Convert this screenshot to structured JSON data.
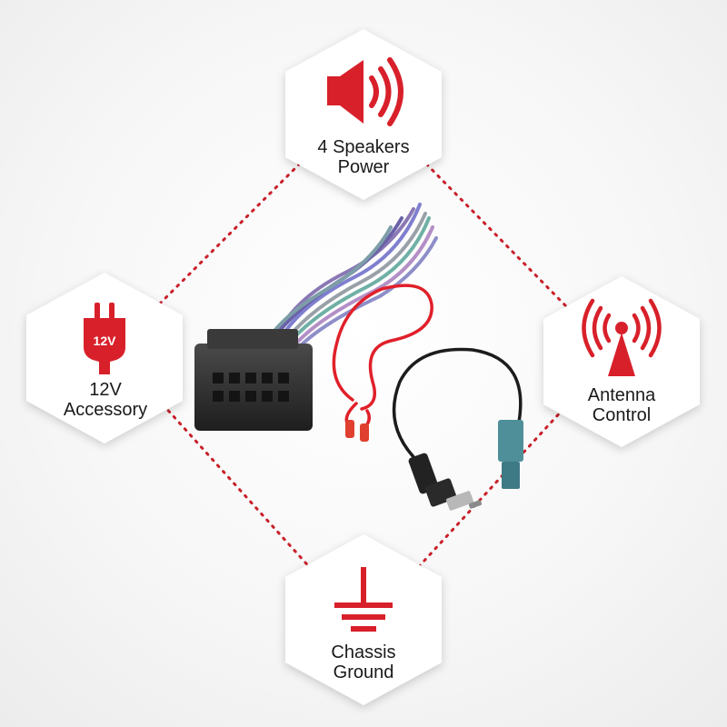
{
  "features": {
    "speakers": {
      "line1": "4 Speakers",
      "line2": "Power",
      "icon": "speaker-icon"
    },
    "accessory": {
      "badge": "12V",
      "line1": "12V",
      "line2": "Accessory",
      "icon": "plug-icon"
    },
    "antenna": {
      "line1": "Antenna",
      "line2": "Control",
      "icon": "antenna-icon"
    },
    "ground": {
      "line1": "Chassis",
      "line2": "Ground",
      "icon": "ground-icon"
    }
  },
  "colors": {
    "accent": "#d8202a",
    "hex_fill": "#ffffff",
    "connector": "#2b2b2b",
    "fakra": "#4f8f9a"
  }
}
